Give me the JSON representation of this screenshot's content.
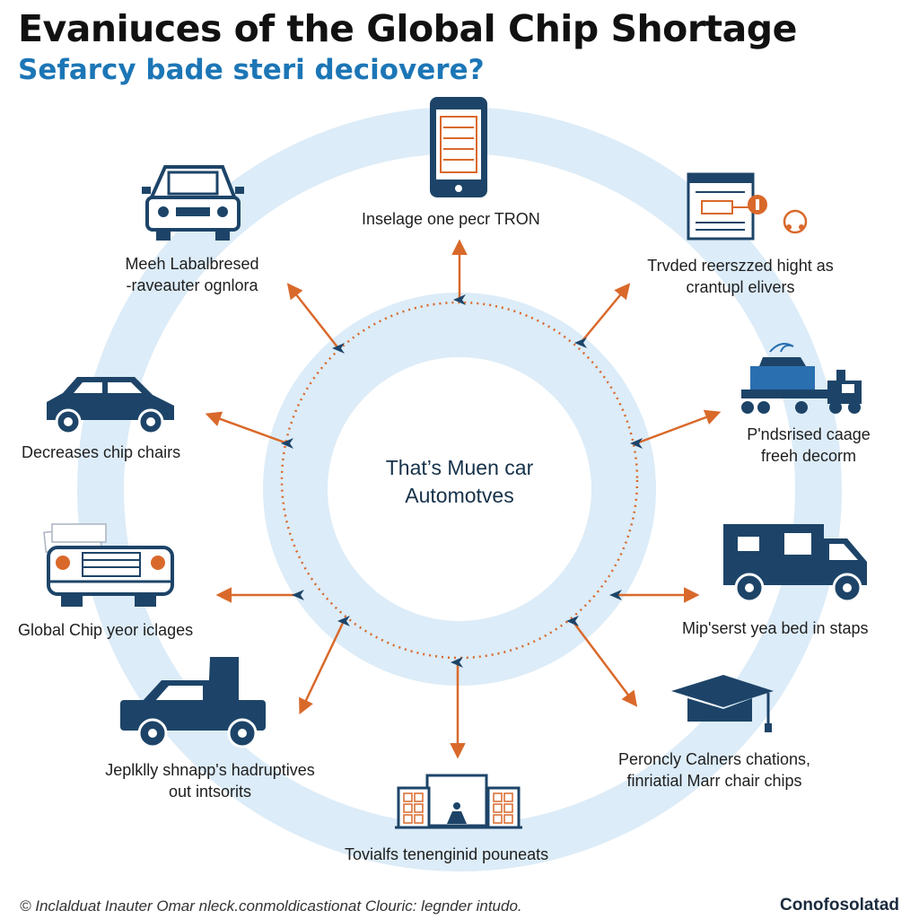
{
  "title": "Evaniuces of the Global Chip Shortage",
  "subtitle": "Sefarcy bade steri deciovere?",
  "center": {
    "line1": "That’s Muen car",
    "line2": "Automotves"
  },
  "nodes": [
    {
      "id": "top",
      "icon": "smartphone-icon",
      "lines": [
        "Inselage one pecr TRON"
      ]
    },
    {
      "id": "top-left",
      "icon": "car-front-icon",
      "lines": [
        "Meeh Labalbresed",
        "-raveauter ognlora"
      ]
    },
    {
      "id": "top-right",
      "icon": "document-icon",
      "lines": [
        "Trvded reerszzed hight as",
        "crantupl elivers"
      ]
    },
    {
      "id": "left",
      "icon": "sedan-icon",
      "lines": [
        "Decreases chip chairs"
      ]
    },
    {
      "id": "right",
      "icon": "tractor-trailer-icon",
      "lines": [
        "P'ndsrised caage",
        "freeh decorm"
      ]
    },
    {
      "id": "lower-left",
      "icon": "bus-front-icon",
      "lines": [
        "Global Chip yeor iclages"
      ]
    },
    {
      "id": "lower-right",
      "icon": "delivery-truck-icon",
      "lines": [
        "Mip'serst yea bed in staps"
      ]
    },
    {
      "id": "bottom-left",
      "icon": "pickup-truck-icon",
      "lines": [
        "Jeplklly shnapp's hadruptives",
        "out intsorits"
      ]
    },
    {
      "id": "bottom-right",
      "icon": "graduation-cap-icon",
      "lines": [
        "Peroncly Calners chations,",
        "finriatial Marr chair chips"
      ]
    },
    {
      "id": "bottom",
      "icon": "factory-icon",
      "lines": [
        "Tovialfs tenenginid pouneats"
      ]
    }
  ],
  "colors": {
    "primary": "#1d4468",
    "arrow": "#d9692b",
    "ring_light": "#dcecf8",
    "subtitle": "#1c76b6"
  },
  "footer": {
    "note": "© Inclalduat Inauter Omar nleck.conmoldicastionat Clouric: legnder intudo.",
    "brand": "Conofosolatad"
  }
}
